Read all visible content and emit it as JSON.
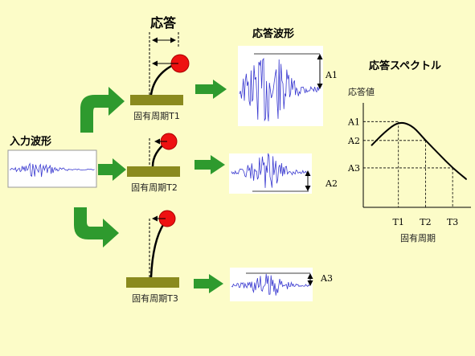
{
  "colors": {
    "background": "#fcfcc8",
    "base": "#8a8a1e",
    "ball": "#ee1111",
    "arrow_green": "#2e9a2e",
    "wave": "#3a3ad0"
  },
  "labels": {
    "response": "応答",
    "response_waveform": "応答波形",
    "input_waveform": "入力波形",
    "response_spectrum": "応答スペクトル",
    "period_t1": "固有周期T1",
    "period_t2": "固有周期T2",
    "period_t3": "固有周期T3"
  },
  "amplitudes": [
    "A1",
    "A2",
    "A3"
  ],
  "chart_data": {
    "type": "line",
    "title": "応答スペクトル",
    "xlabel": "固有周期",
    "ylabel": "応答値",
    "x_ticks": [
      "T1",
      "T2",
      "T3"
    ],
    "y_ticks": [
      "A1",
      "A2",
      "A3"
    ],
    "x": [
      0.0,
      0.5,
      1.0,
      1.5,
      2.0,
      2.5,
      3.0,
      3.5
    ],
    "y": [
      0.72,
      0.88,
      1.0,
      0.96,
      0.78,
      0.62,
      0.46,
      0.33
    ],
    "points": [
      {
        "period": "T1",
        "value": "A1"
      },
      {
        "period": "T2",
        "value": "A2"
      },
      {
        "period": "T3",
        "value": "A3"
      }
    ],
    "ylim": [
      0,
      1.2
    ],
    "grid": false
  }
}
